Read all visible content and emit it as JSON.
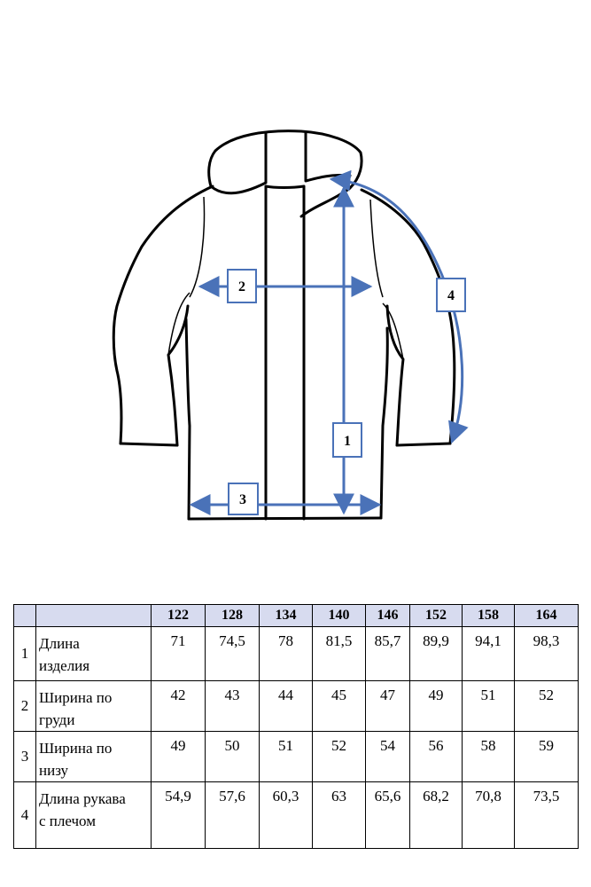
{
  "diagram": {
    "measure_labels": [
      "1",
      "2",
      "3",
      "4"
    ],
    "colors": {
      "outline": "#000000",
      "measure": "#4a72b8"
    }
  },
  "table": {
    "header_sizes": [
      "122",
      "128",
      "134",
      "140",
      "146",
      "152",
      "158",
      "164"
    ],
    "rows": [
      {
        "num": "1",
        "label_lines": [
          "Длина",
          "изделия"
        ],
        "values": [
          "71",
          "74,5",
          "78",
          "81,5",
          "85,7",
          "89,9",
          "94,1",
          "98,3"
        ]
      },
      {
        "num": "2",
        "label_lines": [
          "Ширина по",
          "груди"
        ],
        "values": [
          "42",
          "43",
          "44",
          "45",
          "47",
          "49",
          "51",
          "52"
        ]
      },
      {
        "num": "3",
        "label_lines": [
          "Ширина по",
          "низу"
        ],
        "values": [
          "49",
          "50",
          "51",
          "52",
          "54",
          "56",
          "58",
          "59"
        ]
      },
      {
        "num": "4",
        "label_lines": [
          "Длина рукава",
          "с плечом"
        ],
        "values": [
          "54,9",
          "57,6",
          "60,3",
          "63",
          "65,6",
          "68,2",
          "70,8",
          "73,5"
        ]
      }
    ],
    "colors": {
      "header_bg": "#d7dbef"
    }
  }
}
